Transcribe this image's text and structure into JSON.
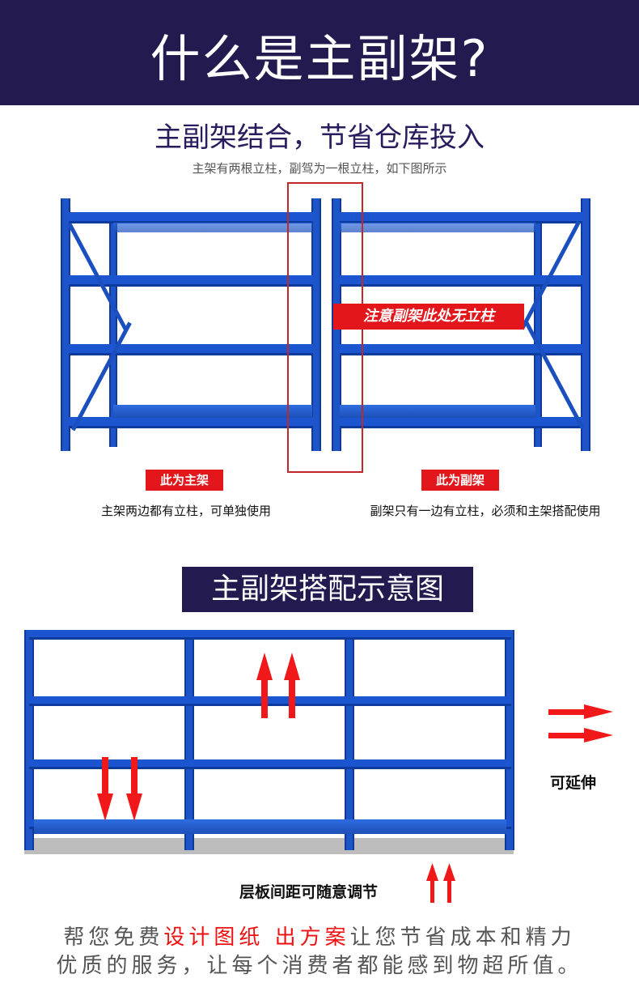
{
  "header": {
    "title": "什么是主副架?"
  },
  "intro": {
    "headline": "主副架结合，节省仓库投入",
    "description": "主架有两根立柱，副驾为一根立柱，如下图所示"
  },
  "diagram1": {
    "note": "注意副架此处无立柱",
    "main_tag": "此为主架",
    "main_caption": "主架两边都有立柱，可单独使用",
    "sub_tag": "此为副架",
    "sub_caption": "副架只有一边有立柱，必须和主架搭配使用"
  },
  "diagram2": {
    "title": "主副架搭配示意图",
    "extend_label": "可延伸",
    "adjust_label": "层板间距可随意调节"
  },
  "footer": {
    "line1_a": "帮您免费",
    "line1_b": "设计图纸 出方案",
    "line1_c": "让您节省成本和精力",
    "line2": "优质的服务，让每个消费者都能感到物超所值。"
  },
  "colors": {
    "navy": "#231a4f",
    "rack_blue": "#1d55c9",
    "accent_red": "#e3161b"
  }
}
